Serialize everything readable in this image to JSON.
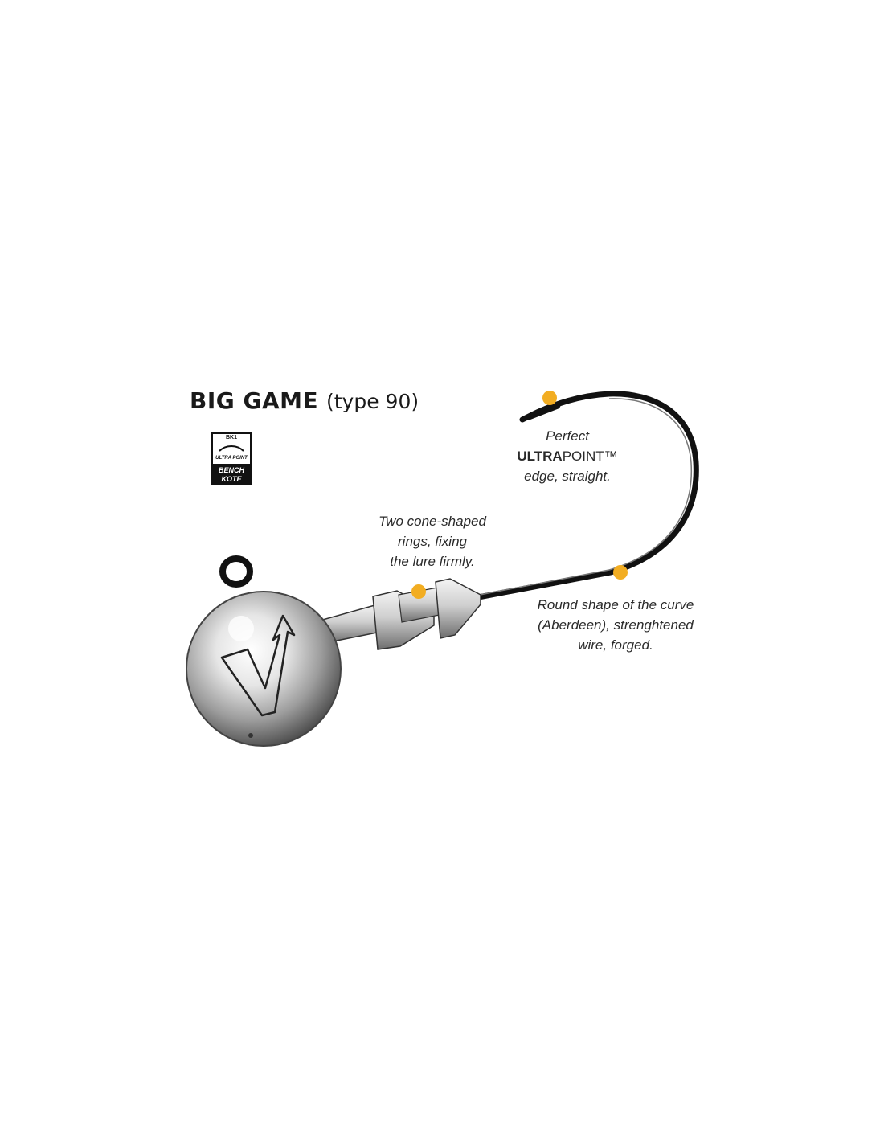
{
  "title": {
    "main": "BIG GAME",
    "sub": "(type 90)"
  },
  "badge": {
    "top": "BK1",
    "middle": "ULTRA POINT",
    "bottom_line1": "BENCH",
    "bottom_line2": "KOTE"
  },
  "callouts": {
    "hook_point": {
      "line1": "Perfect",
      "brand_bold": "ULTRA",
      "brand_rest": "POINT™",
      "line3": "edge, straight."
    },
    "rings": {
      "line1": "Two cone-shaped",
      "line2": "rings, fixing",
      "line3": "the lure firmly."
    },
    "curve": {
      "line1": "Round shape of the curve",
      "line2": "(Aberdeen), strenghtened",
      "line3": "wire, forged."
    }
  },
  "logo_letter": "V",
  "colors": {
    "accent_dot": "#f2ad22",
    "hook_wire": "#111111"
  }
}
